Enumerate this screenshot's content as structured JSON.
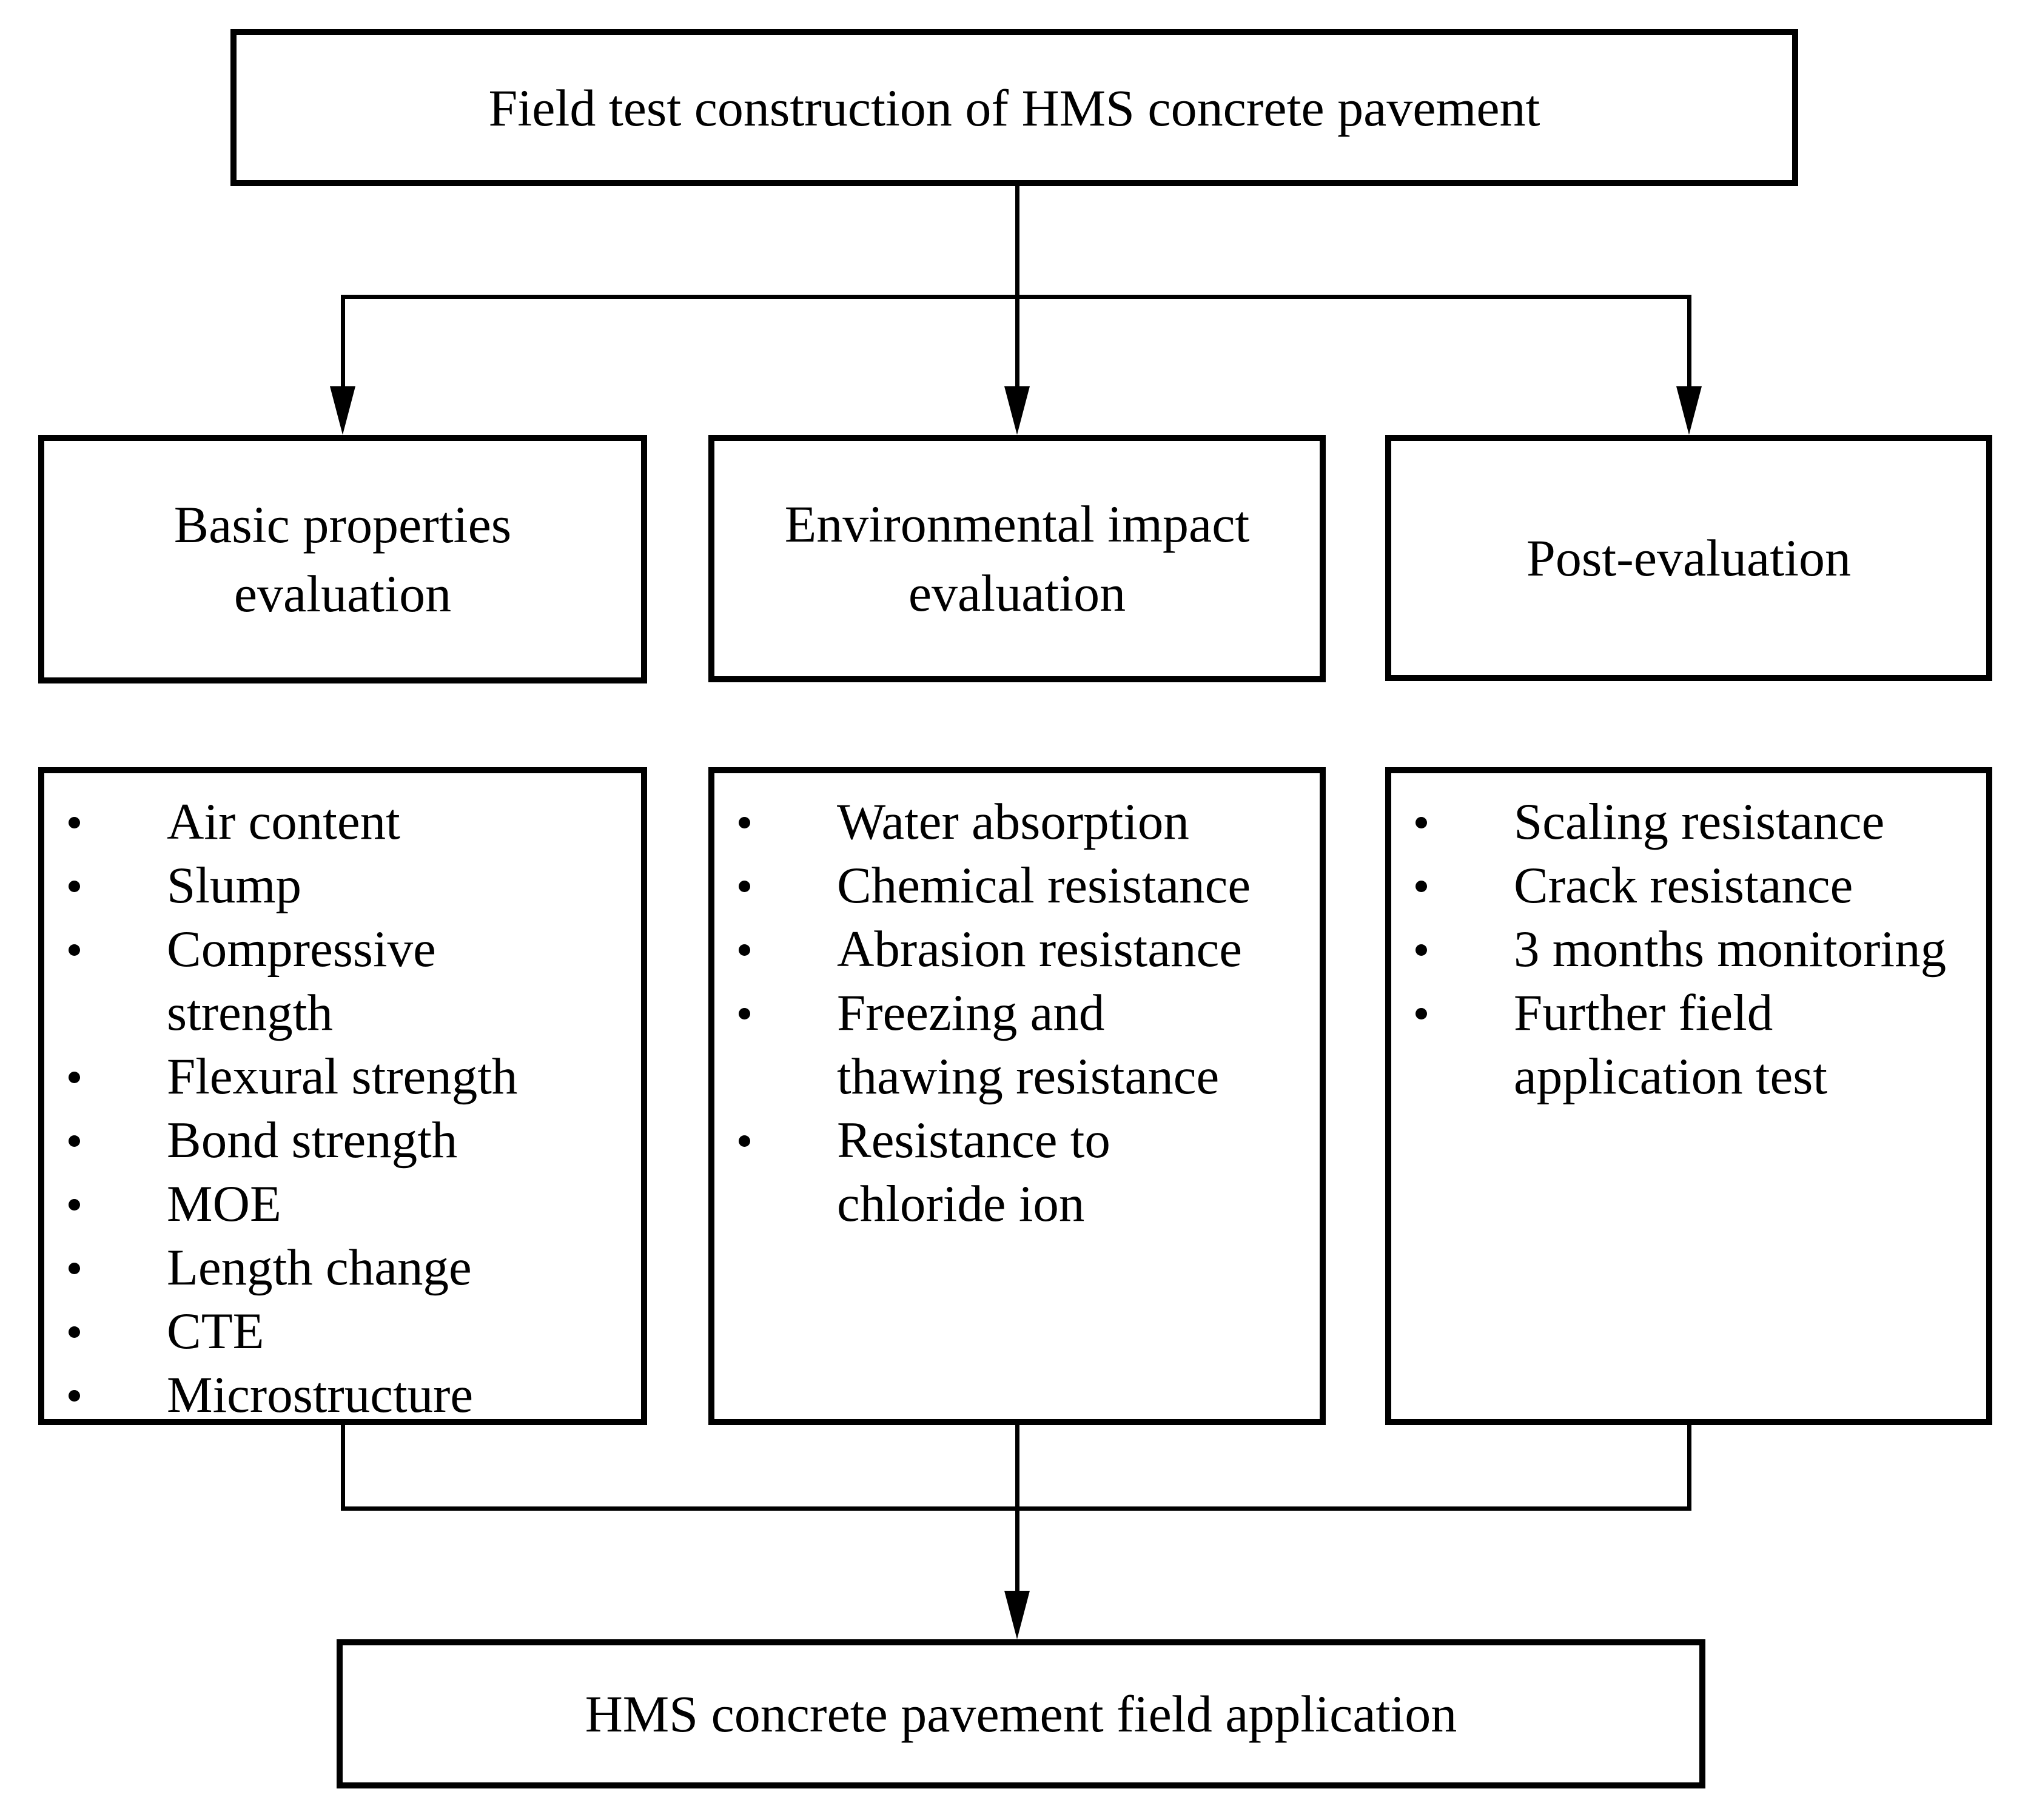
{
  "diagram": {
    "background": "#ffffff",
    "line_color": "#000000",
    "text_color": "#000000",
    "top_box": {
      "label": "Field test construction of HMS concrete pavement"
    },
    "columns": [
      {
        "header": "Basic properties\nevaluation",
        "items": [
          "Air content",
          "Slump",
          "Compressive\nstrength",
          "Flexural strength",
          "Bond strength",
          "MOE",
          "Length change",
          "CTE",
          "Microstructure"
        ]
      },
      {
        "header": "Environmental impact\nevaluation",
        "items": [
          "Water absorption",
          "Chemical resistance",
          "Abrasion resistance",
          "Freezing and\nthawing resistance",
          "Resistance to\nchloride ion"
        ]
      },
      {
        "header": "Post-evaluation",
        "items": [
          "Scaling resistance",
          "Crack resistance",
          "3 months monitoring",
          "Further field\napplication test"
        ]
      }
    ],
    "bottom_box": {
      "label": "HMS concrete pavement field application"
    }
  }
}
